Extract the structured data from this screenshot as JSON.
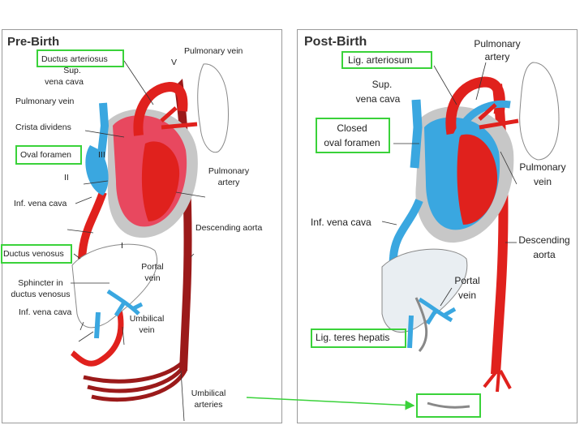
{
  "pre_birth": {
    "title": "Pre-Birth",
    "labels": {
      "ductus_arteriosus": "Ductus arteriosus",
      "sup_vena_cava_1": "Sup.",
      "sup_vena_cava_2": "vena cava",
      "pulmonary_vein_top": "Pulmonary vein",
      "roman_v": "V",
      "pulmonary_vein_left": "Pulmonary vein",
      "crista_dividens": "Crista dividens",
      "oval_foramen": "Oval foramen",
      "roman_iii": "III",
      "roman_ii": "II",
      "pulmonary_artery_1": "Pulmonary",
      "pulmonary_artery_2": "artery",
      "inf_vena_cava_top": "Inf. vena cava",
      "descending_aorta": "Descending aorta",
      "roman_i": "I",
      "ductus_venosus": "Ductus venosus",
      "portal_vein_1": "Portal",
      "portal_vein_2": "vein",
      "sphincter_1": "Sphincter in",
      "sphincter_2": "ductus venosus",
      "inf_vena_cava_bottom": "Inf. vena cava",
      "umbilical_vein_1": "Umbilical",
      "umbilical_vein_2": "vein",
      "umbilical_arteries_1": "Umbilical",
      "umbilical_arteries_2": "arteries"
    }
  },
  "post_birth": {
    "title": "Post-Birth",
    "labels": {
      "lig_arteriosum": "Lig. arteriosum",
      "pulmonary_artery_1": "Pulmonary",
      "pulmonary_artery_2": "artery",
      "sup_vena_cava_1": "Sup.",
      "sup_vena_cava_2": "vena cava",
      "closed_oval_foramen_1": "Closed",
      "closed_oval_foramen_2": "oval foramen",
      "pulmonary_vein_1": "Pulmonary",
      "pulmonary_vein_2": "vein",
      "inf_vena_cava": "Inf. vena cava",
      "descending_aorta_1": "Descending",
      "descending_aorta_2": "aorta",
      "portal_vein_1": "Portal",
      "portal_vein_2": "vein",
      "lig_teres_hepatis": "Lig. teres hepatis"
    }
  },
  "colors": {
    "artery_red": "#e0211d",
    "dark_red": "#9b1a1a",
    "vein_blue": "#3aa7e0",
    "mixed_pink": "#e8485f",
    "highlight_green": "#3ad23a",
    "organ_outline": "#888888"
  }
}
